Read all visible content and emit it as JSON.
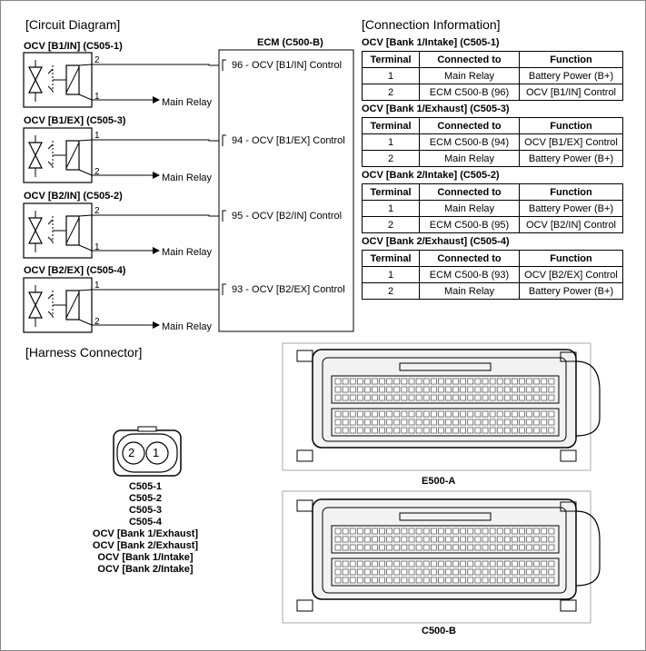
{
  "circuit_title": "[Circuit Diagram]",
  "connection_title": "[Connection Information]",
  "harness_title": "[Harness Connector]",
  "ecm_label": "ECM (C500-B)",
  "ocvs": [
    {
      "label": "OCV [B1/IN] (C505-1)",
      "top_pin": "2",
      "bottom_pin": "1",
      "relay": "Main Relay",
      "ecm_pin": "96 - OCV [B1/IN] Control"
    },
    {
      "label": "OCV [B1/EX] (C505-3)",
      "top_pin": "1",
      "bottom_pin": "2",
      "relay": "Main Relay",
      "ecm_pin": "94 - OCV [B1/EX] Control"
    },
    {
      "label": "OCV [B2/IN] (C505-2)",
      "top_pin": "2",
      "bottom_pin": "1",
      "relay": "Main Relay",
      "ecm_pin": "95 - OCV [B2/IN] Control"
    },
    {
      "label": "OCV [B2/EX] (C505-4)",
      "top_pin": "1",
      "bottom_pin": "2",
      "relay": "Main Relay",
      "ecm_pin": "93 - OCV [B2/EX] Control"
    }
  ],
  "tables": [
    {
      "title": "OCV [Bank 1/Intake] (C505-1)",
      "headers": [
        "Terminal",
        "Connected to",
        "Function"
      ],
      "rows": [
        [
          "1",
          "Main Relay",
          "Battery Power (B+)"
        ],
        [
          "2",
          "ECM C500-B (96)",
          "OCV [B1/IN] Control"
        ]
      ]
    },
    {
      "title": "OCV [Bank 1/Exhaust] (C505-3)",
      "headers": [
        "Terminal",
        "Connected to",
        "Function"
      ],
      "rows": [
        [
          "1",
          "ECM C500-B (94)",
          "OCV [B1/EX] Control"
        ],
        [
          "2",
          "Main Relay",
          "Battery Power (B+)"
        ]
      ]
    },
    {
      "title": "OCV [Bank 2/Intake] (C505-2)",
      "headers": [
        "Terminal",
        "Connected to",
        "Function"
      ],
      "rows": [
        [
          "1",
          "Main Relay",
          "Battery Power (B+)"
        ],
        [
          "2",
          "ECM C500-B (95)",
          "OCV [B2/IN] Control"
        ]
      ]
    },
    {
      "title": "OCV [Bank 2/Exhaust] (C505-4)",
      "headers": [
        "Terminal",
        "Connected to",
        "Function"
      ],
      "rows": [
        [
          "1",
          "ECM C500-B (93)",
          "OCV [B2/EX] Control"
        ],
        [
          "2",
          "Main Relay",
          "Battery Power (B+)"
        ]
      ]
    }
  ],
  "harness": {
    "pins": [
      "2",
      "1"
    ],
    "connector_names": [
      "C505-1",
      "C505-2",
      "C505-3",
      "C505-4",
      "OCV [Bank 1/Exhaust]",
      "OCV [Bank 2/Exhaust]",
      "OCV [Bank 1/Intake]",
      "OCV [Bank 2/Intake]"
    ],
    "ecm_a_label": "E500-A",
    "ecm_b_label": "C500-B"
  }
}
